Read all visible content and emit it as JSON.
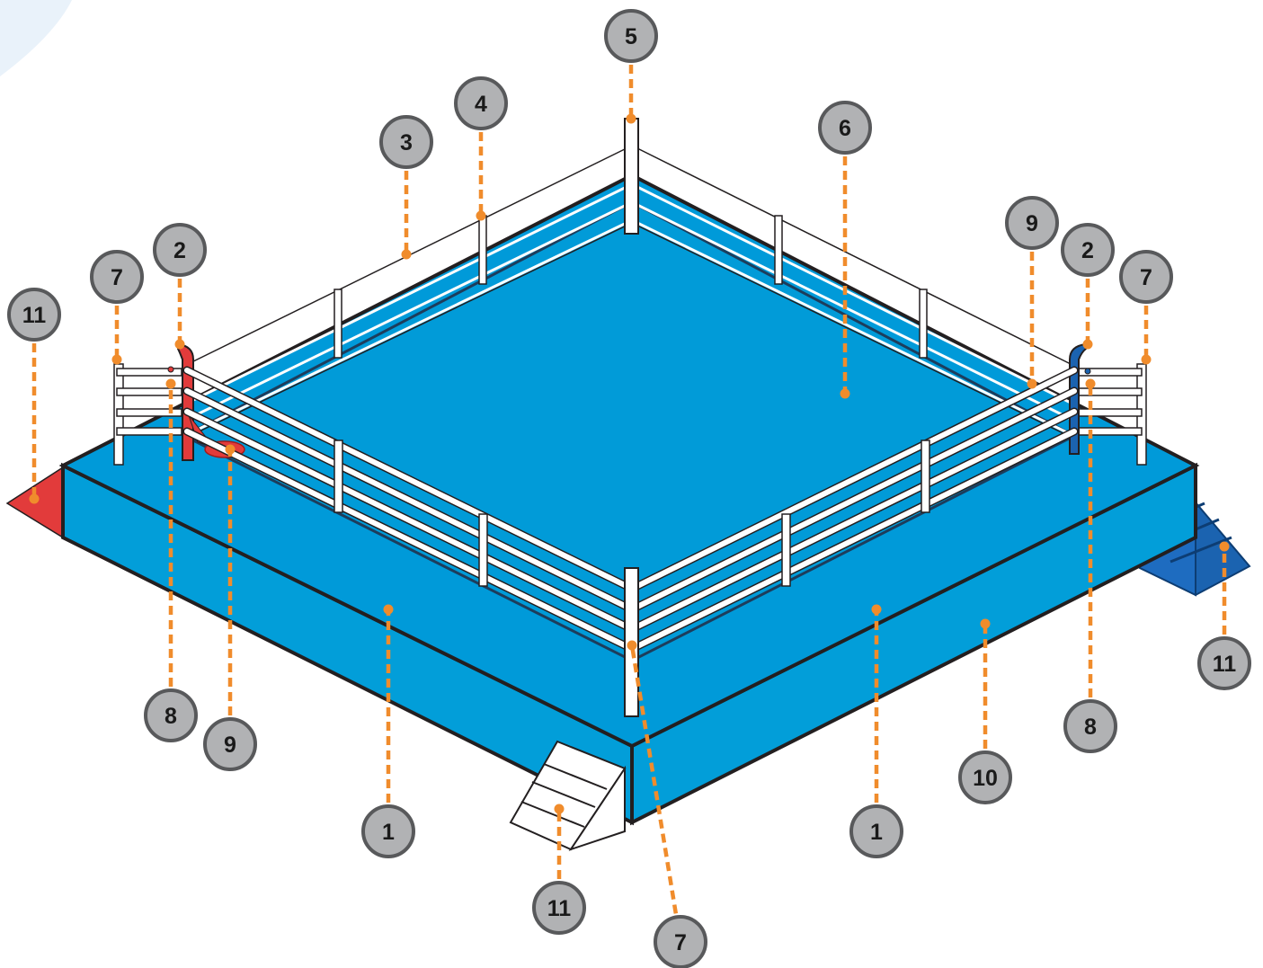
{
  "colors": {
    "mat": "#009ad9",
    "mat_side": "#029ed9",
    "outline": "#231f20",
    "red_corner": "#e23b3b",
    "blue_corner": "#1b63b0",
    "leader": "#f08c2c",
    "badge_fill": "#b1b2b4",
    "badge_stroke": "#58595b",
    "background_accent": "#e9f2fa"
  },
  "callouts": [
    {
      "label": "1"
    },
    {
      "label": "1"
    },
    {
      "label": "2"
    },
    {
      "label": "2"
    },
    {
      "label": "3"
    },
    {
      "label": "4"
    },
    {
      "label": "5"
    },
    {
      "label": "6"
    },
    {
      "label": "7"
    },
    {
      "label": "7"
    },
    {
      "label": "7"
    },
    {
      "label": "8"
    },
    {
      "label": "8"
    },
    {
      "label": "9"
    },
    {
      "label": "9"
    },
    {
      "label": "10"
    },
    {
      "label": "11"
    },
    {
      "label": "11"
    },
    {
      "label": "11"
    }
  ]
}
